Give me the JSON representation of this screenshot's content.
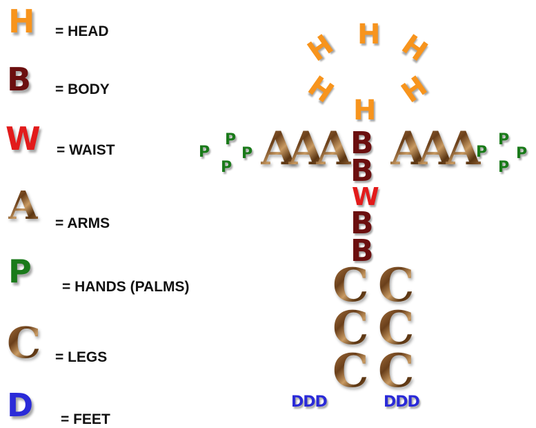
{
  "legend": [
    {
      "symbol": "H",
      "label": "= HEAD",
      "color": "#f7941d"
    },
    {
      "symbol": "B",
      "label": "= BODY",
      "color": "#6b0f0f"
    },
    {
      "symbol": "W",
      "label": "= WAIST",
      "color": "#e21b1b"
    },
    {
      "symbol": "A",
      "label": "= ARMS",
      "color": "#8a5a2b"
    },
    {
      "symbol": "P",
      "label": "= HANDS (PALMS)",
      "color": "#1a7a1a"
    },
    {
      "symbol": "C",
      "label": "= LEGS",
      "color": "#8a5a2b"
    },
    {
      "symbol": "D",
      "label": "= FEET",
      "color": "#2a2ad8"
    }
  ],
  "figure": {
    "head_letter": "H",
    "body_letter": "B",
    "waist_letter": "W",
    "arm_letter": "A",
    "hand_letter": "P",
    "leg_letter": "C",
    "feet_text": "DDD"
  }
}
